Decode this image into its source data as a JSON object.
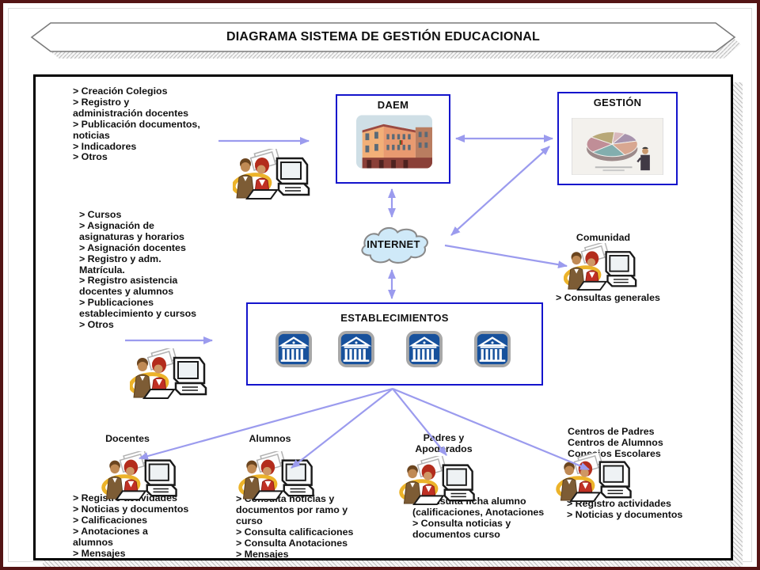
{
  "banner": {
    "title": "DIAGRAMA SISTEMA DE GESTIÓN EDUCACIONAL"
  },
  "boxes": {
    "daem": "DAEM",
    "gestion": "GESTIÓN",
    "internet": "INTERNET",
    "establecimientos": "ESTABLECIMIENTOS"
  },
  "admin_list": [
    "> Creación Colegios",
    "> Registro y",
    "administración docentes",
    "> Publicación documentos,",
    "noticias",
    "> Indicadores",
    "> Otros"
  ],
  "school_list": [
    "> Cursos",
    "> Asignación de",
    "asignaturas y horarios",
    "> Asignación docentes",
    "> Registro y adm.",
    "Matrícula.",
    "> Registro asistencia",
    "docentes y alumnos",
    "> Publicaciones",
    "establecimiento y cursos",
    "> Otros"
  ],
  "comunidad": {
    "label": "Comunidad",
    "list": [
      "> Consultas generales"
    ]
  },
  "docentes": {
    "label": "Docentes",
    "list": [
      "> Registro actividades",
      "> Noticias y documentos",
      "> Calificaciones",
      "> Anotaciones a",
      "alumnos",
      "> Mensajes"
    ]
  },
  "alumnos": {
    "label": "Alumnos",
    "list": [
      "> Consulta noticias y",
      "documentos por ramo y",
      "curso",
      "> Consulta calificaciones",
      "> Consulta Anotaciones",
      "> Mensajes"
    ]
  },
  "padres": {
    "label": "Padres y Apoderados",
    "list": [
      "> Consulta ficha alumno",
      "(calificaciones, Anotaciones",
      "> Consulta noticias y",
      "documentos curso"
    ]
  },
  "centros": {
    "labels": [
      "Centros de Padres",
      "Centros de Alumnos",
      "Consejos Escolares"
    ],
    "list": [
      "> Registro actividades",
      "> Noticias y documentos"
    ]
  },
  "colors": {
    "frame": "#541414",
    "box_border": "#1414cc",
    "arrow": "#9b9bee",
    "cloud_fill": "#cfe9f8",
    "bank_blue": "#17519c"
  }
}
